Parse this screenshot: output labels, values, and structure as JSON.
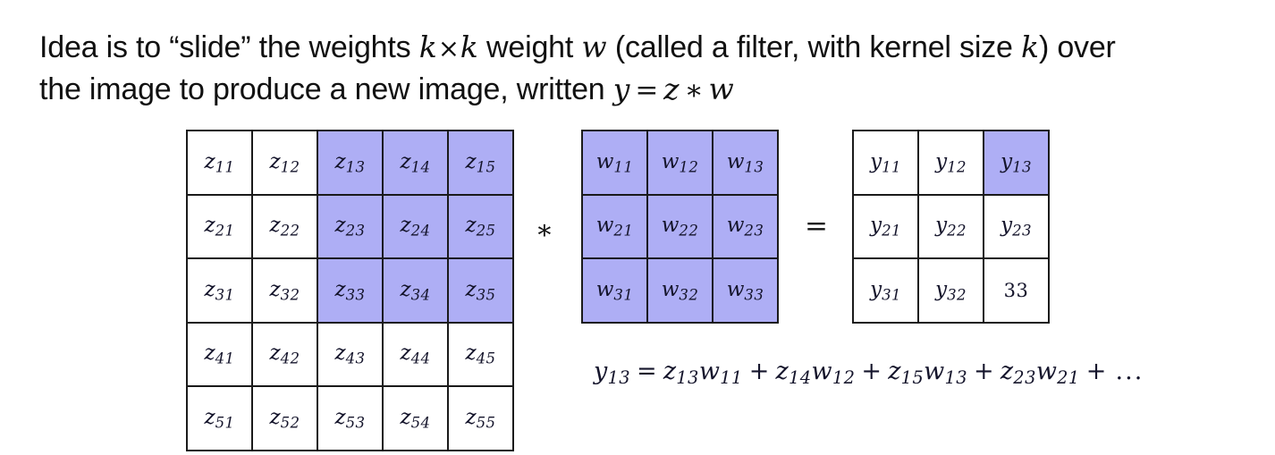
{
  "header": {
    "line1_part1": "Idea is to “slide” the weights ",
    "line1_math1": "k",
    "line1_times": "×",
    "line1_math2": "k",
    "line1_part2": " weight ",
    "line1_math3": "w",
    "line1_part3": " (called a filter, with kernel size ",
    "line1_math4": "k",
    "line1_part4": ") over",
    "line2_part1": "the image to produce a new image, written ",
    "line2_math_y": "y",
    "line2_math_eq": "=",
    "line2_math_z": "z",
    "line2_math_star": "∗",
    "line2_math_w": "w"
  },
  "operators": {
    "convolution": "∗",
    "equals": "="
  },
  "colors": {
    "highlight": "#aeaef5",
    "border": "#1a1a1a",
    "background": "#ffffff",
    "math_text": "#14142b"
  },
  "matrix_z": {
    "name": "z",
    "rows": 5,
    "cols": 5,
    "cells": [
      [
        {
          "base": "z",
          "sub": "11",
          "highlighted": false
        },
        {
          "base": "z",
          "sub": "12",
          "highlighted": false
        },
        {
          "base": "z",
          "sub": "13",
          "highlighted": true
        },
        {
          "base": "z",
          "sub": "14",
          "highlighted": true
        },
        {
          "base": "z",
          "sub": "15",
          "highlighted": true
        }
      ],
      [
        {
          "base": "z",
          "sub": "21",
          "highlighted": false
        },
        {
          "base": "z",
          "sub": "22",
          "highlighted": false
        },
        {
          "base": "z",
          "sub": "23",
          "highlighted": true
        },
        {
          "base": "z",
          "sub": "24",
          "highlighted": true
        },
        {
          "base": "z",
          "sub": "25",
          "highlighted": true
        }
      ],
      [
        {
          "base": "z",
          "sub": "31",
          "highlighted": false
        },
        {
          "base": "z",
          "sub": "32",
          "highlighted": false
        },
        {
          "base": "z",
          "sub": "33",
          "highlighted": true
        },
        {
          "base": "z",
          "sub": "34",
          "highlighted": true
        },
        {
          "base": "z",
          "sub": "35",
          "highlighted": true
        }
      ],
      [
        {
          "base": "z",
          "sub": "41",
          "highlighted": false
        },
        {
          "base": "z",
          "sub": "42",
          "highlighted": false
        },
        {
          "base": "z",
          "sub": "43",
          "highlighted": false
        },
        {
          "base": "z",
          "sub": "44",
          "highlighted": false
        },
        {
          "base": "z",
          "sub": "45",
          "highlighted": false
        }
      ],
      [
        {
          "base": "z",
          "sub": "51",
          "highlighted": false
        },
        {
          "base": "z",
          "sub": "52",
          "highlighted": false
        },
        {
          "base": "z",
          "sub": "53",
          "highlighted": false
        },
        {
          "base": "z",
          "sub": "54",
          "highlighted": false
        },
        {
          "base": "z",
          "sub": "55",
          "highlighted": false
        }
      ]
    ]
  },
  "matrix_w": {
    "name": "w",
    "rows": 3,
    "cols": 3,
    "cells": [
      [
        {
          "base": "w",
          "sub": "11",
          "highlighted": true
        },
        {
          "base": "w",
          "sub": "12",
          "highlighted": true
        },
        {
          "base": "w",
          "sub": "13",
          "highlighted": true
        }
      ],
      [
        {
          "base": "w",
          "sub": "21",
          "highlighted": true
        },
        {
          "base": "w",
          "sub": "22",
          "highlighted": true
        },
        {
          "base": "w",
          "sub": "23",
          "highlighted": true
        }
      ],
      [
        {
          "base": "w",
          "sub": "31",
          "highlighted": true
        },
        {
          "base": "w",
          "sub": "32",
          "highlighted": true
        },
        {
          "base": "w",
          "sub": "33",
          "highlighted": true
        }
      ]
    ]
  },
  "matrix_y": {
    "name": "y",
    "rows": 3,
    "cols": 3,
    "cells": [
      [
        {
          "base": "y",
          "sub": "11",
          "highlighted": false
        },
        {
          "base": "y",
          "sub": "12",
          "highlighted": false
        },
        {
          "base": "y",
          "sub": "13",
          "highlighted": true
        }
      ],
      [
        {
          "base": "y",
          "sub": "21",
          "highlighted": false
        },
        {
          "base": "y",
          "sub": "22",
          "highlighted": false
        },
        {
          "base": "y",
          "sub": "23",
          "highlighted": false
        }
      ],
      [
        {
          "base": "y",
          "sub": "31",
          "highlighted": false
        },
        {
          "base": "y",
          "sub": "32",
          "highlighted": false
        },
        {
          "base": "",
          "sub": "33",
          "highlighted": false,
          "upright": true
        }
      ]
    ]
  },
  "equation": {
    "lhs_base": "y",
    "lhs_sub": "13",
    "eq": "=",
    "terms": [
      {
        "f1_base": "z",
        "f1_sub": "13",
        "f2_base": "w",
        "f2_sub": "11"
      },
      {
        "f1_base": "z",
        "f1_sub": "14",
        "f2_base": "w",
        "f2_sub": "12"
      },
      {
        "f1_base": "z",
        "f1_sub": "15",
        "f2_base": "w",
        "f2_sub": "13"
      },
      {
        "f1_base": "z",
        "f1_sub": "23",
        "f2_base": "w",
        "f2_sub": "21"
      }
    ],
    "plus": "+",
    "ellipsis": "..."
  }
}
